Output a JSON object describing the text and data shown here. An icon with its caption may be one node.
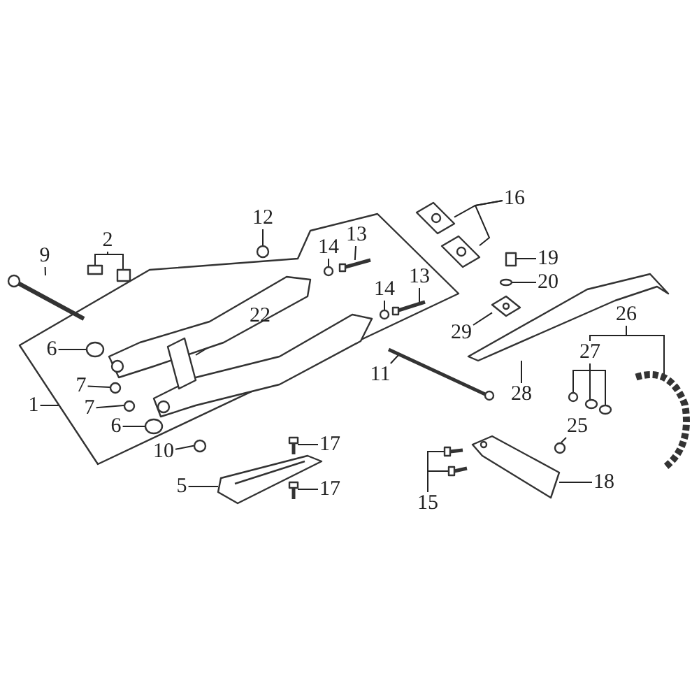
{
  "diagram": {
    "nodes": [
      {
        "text": [],
        "shape": "box"
      },
      {
        "text": [
          "1"
        ]
      },
      {
        "text": [
          "2"
        ]
      },
      {
        "text": [
          "5"
        ]
      },
      {
        "text": [
          "6"
        ],
        "in": 0
      },
      {
        "text": [
          "6"
        ],
        "in": 0
      },
      {
        "text": [
          "7"
        ],
        "in": 0
      },
      {
        "text": [
          "7"
        ],
        "in": 0
      },
      {
        "text": [
          "9"
        ]
      },
      {
        "text": [
          "10"
        ]
      },
      {
        "text": [
          "11"
        ]
      },
      {
        "text": [
          "12"
        ]
      },
      {
        "text": [
          "13"
        ],
        "in": 0
      },
      {
        "text": [
          "13"
        ],
        "in": 0
      },
      {
        "text": [
          "14"
        ],
        "in": 0
      },
      {
        "text": [
          "14"
        ],
        "in": 0
      },
      {
        "text": [
          "15"
        ]
      },
      {
        "text": [
          "16"
        ]
      },
      {
        "text": [
          "17"
        ]
      },
      {
        "text": [
          "17"
        ]
      },
      {
        "text": [
          "18"
        ]
      },
      {
        "text": [
          "19"
        ]
      },
      {
        "text": [
          "20"
        ]
      },
      {
        "text": [
          "22"
        ],
        "in": 0
      },
      {
        "text": [
          "25"
        ]
      },
      {
        "text": [
          "26"
        ]
      },
      {
        "text": [
          "27"
        ]
      },
      {
        "text": [
          "28"
        ]
      },
      {
        "text": [
          "29"
        ]
      },
      {
        "text": [],
        "shape": "box"
      },
      {
        "text": [],
        "shape": "box"
      },
      {
        "text": [],
        "shape": "picture"
      },
      {
        "text": [],
        "shape": "circle",
        "in": 0
      },
      {
        "text": [],
        "shape": "circle",
        "in": 0
      },
      {
        "text": [],
        "shape": "circle",
        "in": 0
      },
      {
        "text": [],
        "shape": "circle",
        "in": 0
      },
      {
        "text": [],
        "shape": "picture"
      },
      {
        "text": [],
        "shape": "circle"
      },
      {
        "text": [],
        "shape": "picture"
      },
      {
        "text": [],
        "shape": "circle"
      },
      {
        "text": [],
        "shape": "picture",
        "in": 0
      },
      {
        "text": [],
        "shape": "picture",
        "in": 0
      },
      {
        "text": [],
        "shape": "circle",
        "in": 0
      },
      {
        "text": [],
        "shape": "circle",
        "in": 0
      },
      {
        "text": [],
        "shape": "picture"
      },
      {
        "text": [],
        "shape": "picture"
      },
      {
        "text": [],
        "shape": "picture"
      },
      {
        "text": [],
        "shape": "picture"
      },
      {
        "text": [],
        "shape": "picture"
      },
      {
        "text": [],
        "shape": "picture"
      },
      {
        "text": [],
        "shape": "picture"
      },
      {
        "text": [],
        "shape": "box"
      },
      {
        "text": [],
        "shape": "circle"
      },
      {
        "text": [],
        "shape": "picture",
        "in": 0
      },
      {
        "text": [],
        "shape": "circle"
      },
      {
        "text": [],
        "shape": "picture"
      },
      {
        "text": [],
        "shape": "circle"
      },
      {
        "text": [],
        "shape": "circle"
      },
      {
        "text": [],
        "shape": "circle"
      },
      {
        "text": [],
        "shape": "picture"
      },
      {
        "text": [],
        "shape": "picture"
      }
    ],
    "edges": [
      {
        "from": 1,
        "to": 0,
        "arrow": "none"
      },
      {
        "from": 2,
        "to": 29,
        "arrow": "none"
      },
      {
        "from": 2,
        "to": 30,
        "arrow": "none"
      },
      {
        "from": 3,
        "to": 31,
        "arrow": "none"
      },
      {
        "from": 4,
        "to": 32,
        "arrow": "none"
      },
      {
        "from": 5,
        "to": 33,
        "arrow": "none"
      },
      {
        "from": 6,
        "to": 34,
        "arrow": "none"
      },
      {
        "from": 7,
        "to": 35,
        "arrow": "none"
      },
      {
        "from": 8,
        "to": 36,
        "arrow": "none"
      },
      {
        "from": 9,
        "to": 37,
        "arrow": "none"
      },
      {
        "from": 10,
        "to": 38,
        "arrow": "none"
      },
      {
        "from": 11,
        "to": 39,
        "arrow": "none"
      },
      {
        "from": 12,
        "to": 40,
        "arrow": "none"
      },
      {
        "from": 13,
        "to": 41,
        "arrow": "none"
      },
      {
        "from": 14,
        "to": 42,
        "arrow": "none"
      },
      {
        "from": 15,
        "to": 43,
        "arrow": "none"
      },
      {
        "from": 16,
        "to": 44,
        "arrow": "none"
      },
      {
        "from": 16,
        "to": 45,
        "arrow": "none"
      },
      {
        "from": 17,
        "to": 46,
        "arrow": "none"
      },
      {
        "from": 17,
        "to": 47,
        "arrow": "none"
      },
      {
        "from": 18,
        "to": 48,
        "arrow": "none"
      },
      {
        "from": 19,
        "to": 49,
        "arrow": "none"
      },
      {
        "from": 20,
        "to": 50,
        "arrow": "none"
      },
      {
        "from": 21,
        "to": 51,
        "arrow": "none"
      },
      {
        "from": 22,
        "to": 52,
        "arrow": "none"
      },
      {
        "from": 23,
        "to": 53,
        "arrow": "none"
      },
      {
        "from": 24,
        "to": 54,
        "arrow": "none"
      },
      {
        "from": 25,
        "to": 26,
        "arrow": "none"
      },
      {
        "from": 25,
        "to": 55,
        "arrow": "none"
      },
      {
        "from": 26,
        "to": 56,
        "arrow": "none"
      },
      {
        "from": 26,
        "to": 57,
        "arrow": "none"
      },
      {
        "from": 26,
        "to": 58,
        "arrow": "none"
      },
      {
        "from": 27,
        "to": 59,
        "arrow": "none"
      },
      {
        "from": 28,
        "to": 60,
        "arrow": "none"
      }
    ]
  }
}
